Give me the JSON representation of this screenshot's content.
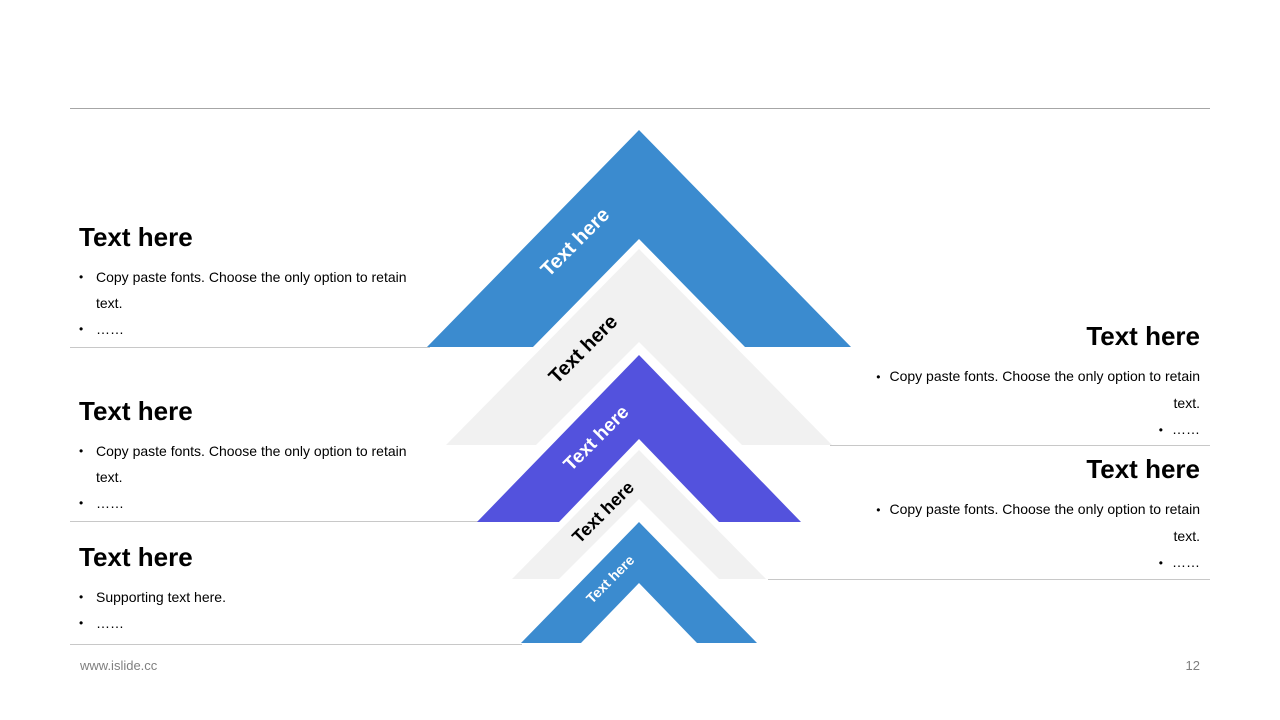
{
  "diagram": {
    "chevrons": [
      {
        "label": "Text here",
        "color": "#3b8bcf",
        "text_color": "#ffffff"
      },
      {
        "label": "Text here",
        "color": "#f1f1f1",
        "text_color": "#000000"
      },
      {
        "label": "Text here",
        "color": "#5352dd",
        "text_color": "#ffffff"
      },
      {
        "label": "Text here",
        "color": "#f1f1f1",
        "text_color": "#000000"
      },
      {
        "label": "Text here",
        "color": "#3b8bcf",
        "text_color": "#ffffff"
      }
    ]
  },
  "left_blocks": [
    {
      "title": "Text here",
      "bullets": [
        "Copy paste fonts. Choose the only option to retain text.",
        "……"
      ]
    },
    {
      "title": "Text here",
      "bullets": [
        "Copy paste fonts. Choose the only option to retain text.",
        "……"
      ]
    },
    {
      "title": "Text here",
      "bullets": [
        "Supporting text here.",
        "……"
      ]
    }
  ],
  "right_blocks": [
    {
      "title": "Text here",
      "bullets": [
        "Copy paste fonts. Choose the only option to retain text.",
        "……"
      ]
    },
    {
      "title": "Text here",
      "bullets": [
        "Copy paste fonts. Choose the only option to retain text.",
        "……"
      ]
    }
  ],
  "footer": {
    "website": "www.islide.cc",
    "page_number": "12"
  }
}
